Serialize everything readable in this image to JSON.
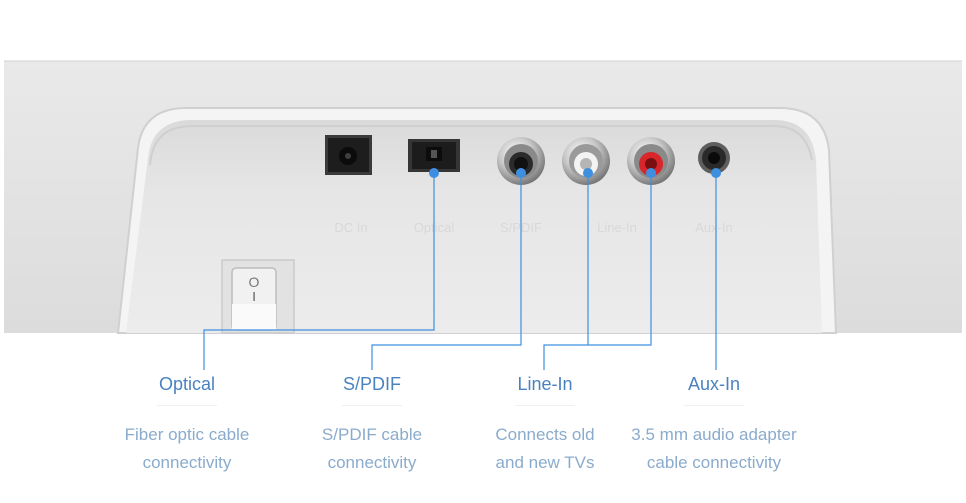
{
  "colors": {
    "accent": "#3f8fe0",
    "label": "#4a82c0",
    "description": "#8aabcc"
  },
  "panel_labels": [
    "DC In",
    "Optical",
    "S/PDIF",
    "Line-In",
    "Aux-In"
  ],
  "switch_symbols": [
    "O",
    "I"
  ],
  "callouts": [
    {
      "label": "Optical",
      "desc1": "Fiber optic cable",
      "desc2": "connectivity"
    },
    {
      "label": "S/PDIF",
      "desc1": "S/PDIF cable",
      "desc2": "connectivity"
    },
    {
      "label": "Line-In",
      "desc1": "Connects old",
      "desc2": "and new TVs"
    },
    {
      "label": "Aux-In",
      "desc1": "3.5 mm audio adapter",
      "desc2": "cable connectivity"
    }
  ]
}
